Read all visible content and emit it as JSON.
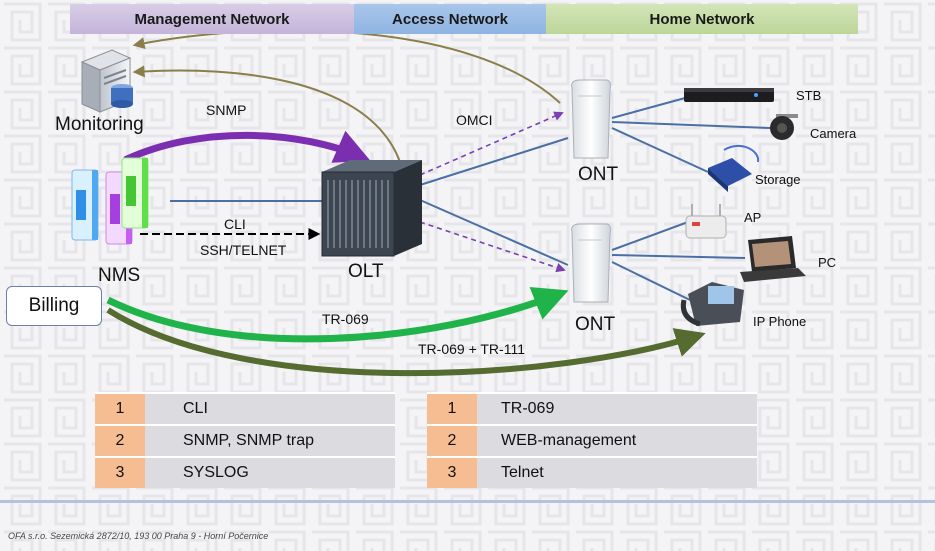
{
  "header": {
    "management": "Management Network",
    "access": "Access Network",
    "home": "Home Network"
  },
  "nodes": {
    "monitoring": "Monitoring",
    "nms": "NMS",
    "olt": "OLT",
    "ont_top": "ONT",
    "ont_bottom": "ONT",
    "stb": "STB",
    "camera": "Camera",
    "storage": "Storage",
    "ap": "AP",
    "pc": "PC",
    "ip_phone": "IP Phone"
  },
  "billing": "Billing",
  "protocols": {
    "snmp": "SNMP",
    "omci": "OMCI",
    "cli": "CLI",
    "ssh": "SSH/TELNET",
    "tr069": "TR-069",
    "tr069_111": "TR-069 + TR-111"
  },
  "table_left": [
    {
      "num": "1",
      "text": "CLI"
    },
    {
      "num": "2",
      "text": "SNMP, SNMP trap"
    },
    {
      "num": "3",
      "text": "SYSLOG"
    }
  ],
  "table_right": [
    {
      "num": "1",
      "text": "TR-069"
    },
    {
      "num": "2",
      "text": "WEB-management"
    },
    {
      "num": "3",
      "text": "Telnet"
    }
  ],
  "footer": "OFA s.r.o. Sezemická 2872/10, 193 00 Praha 9 - Horní Počernice",
  "colors": {
    "snmp_arrow": "#7b2fb0",
    "tr069_arrow": "#1fb34a",
    "tr069_111_arrow": "#556b2f",
    "monitoring_arrows": "#8a7f4a",
    "omci_arrows": "#7b3fb0",
    "number_cell": "#f7bd92"
  }
}
